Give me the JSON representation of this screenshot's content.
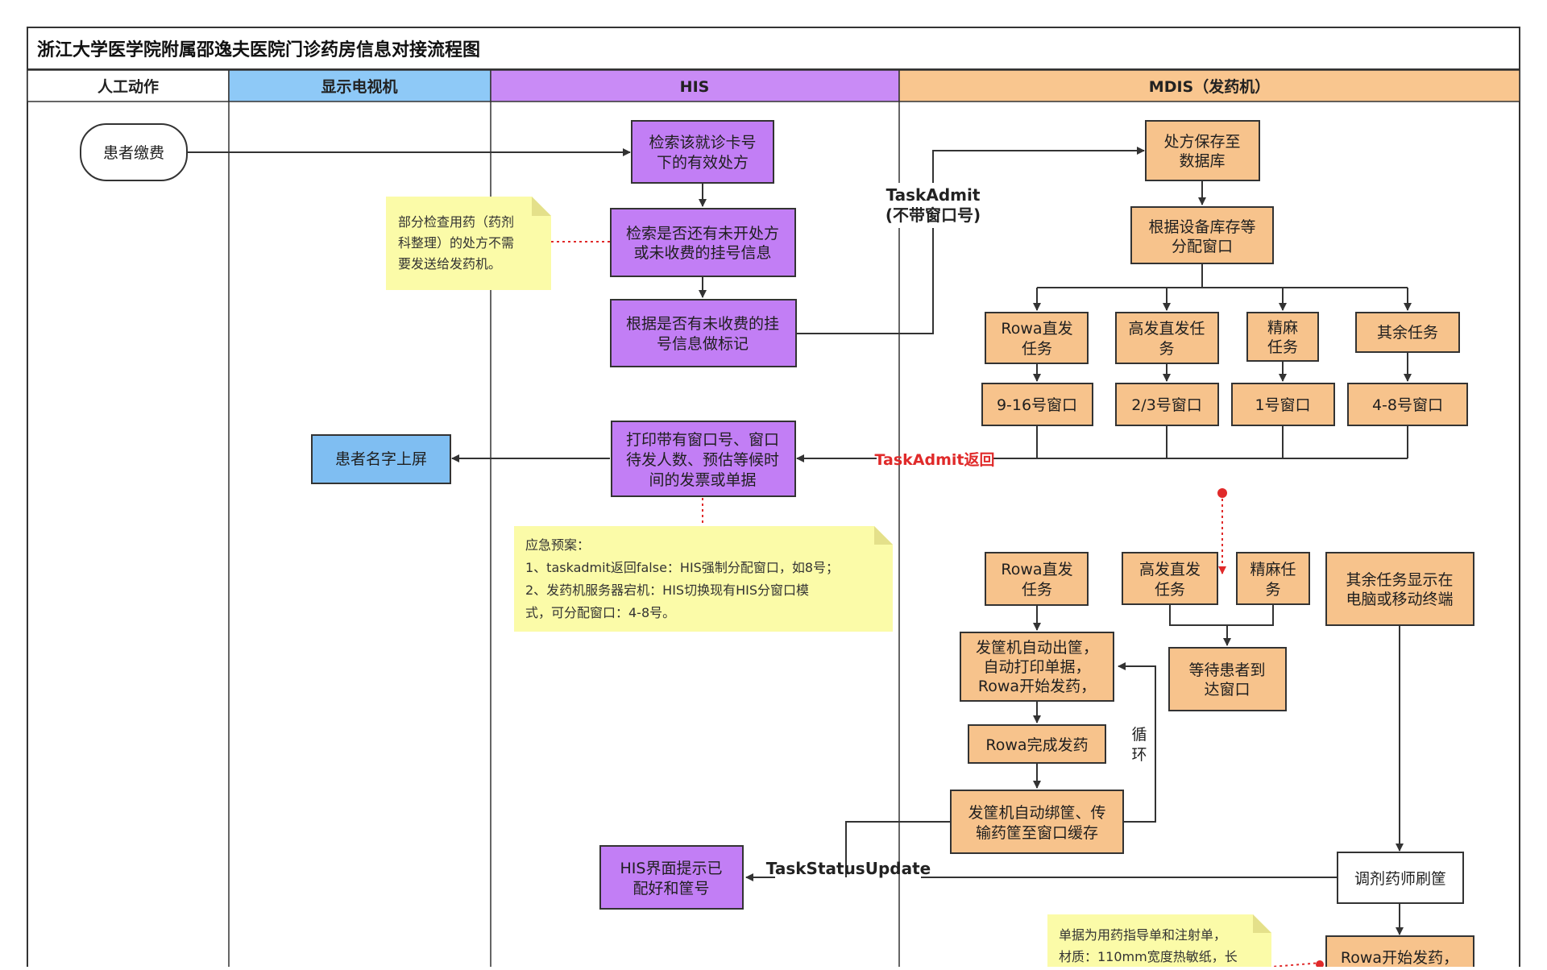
{
  "title": "浙江大学医学院附属邵逸夫医院门诊药房信息对接流程图",
  "lanes": {
    "manual": "人工动作",
    "tv": "显示电视机",
    "his": "HIS",
    "mdis": "MDIS（发药机）"
  },
  "colors": {
    "lane_tv": "#8ec9f7",
    "lane_his": "#c98bf6",
    "lane_mdis": "#f9c68f",
    "node_his": "#c27ef5",
    "node_tv": "#7fbef2",
    "node_mdis": "#f7c38c",
    "note_bg": "#fbfba8",
    "red": "#e02a2a"
  },
  "nodes": {
    "patient_pay": "患者缴费",
    "his_search_card": [
      "检索该就诊卡号",
      "下的有效处方"
    ],
    "his_search_unpaid": [
      "检索是否还有未开处方",
      "或未收费的挂号信息"
    ],
    "his_mark": [
      "根据是否有未收费的挂",
      "号信息做标记"
    ],
    "his_print": [
      "打印带有窗口号、窗口",
      "待发人数、预估等候时",
      "间的发票或单据"
    ],
    "tv_screen": "患者名字上屏",
    "his_notice": [
      "HIS界面提示已",
      "配好和筐号"
    ],
    "mdis_save": [
      "处方保存至",
      "数据库"
    ],
    "mdis_allocate": [
      "根据设备库存等",
      "分配窗口"
    ],
    "task_rowa": [
      "Rowa直发",
      "任务"
    ],
    "task_gaofa": [
      "高发直发任",
      "务"
    ],
    "task_jingma": [
      "精麻",
      "任务"
    ],
    "task_other": "其余任务",
    "win_rowa": "9-16号窗口",
    "win_gaofa": "2/3号窗口",
    "win_jingma": "1号窗口",
    "win_other": "4-8号窗口",
    "task_rowa2": [
      "Rowa直发",
      "任务"
    ],
    "task_gaofa2": [
      "高发直发",
      "任务"
    ],
    "task_jingma2": [
      "精麻任",
      "务"
    ],
    "task_other2": [
      "其余任务显示在",
      "电脑或移动终端"
    ],
    "wait_patient": [
      "等待患者到",
      "达窗口"
    ],
    "basket_auto": [
      "发筐机自动出筐，",
      "自动打印单据，",
      "Rowa开始发药，"
    ],
    "rowa_done": "Rowa完成发药",
    "basket_bind": [
      "发筐机自动绑筐、传",
      "输药筐至窗口缓存"
    ],
    "pharmacist": "调剂药师刷筐",
    "rowa_start": "Rowa开始发药，"
  },
  "labels": {
    "task_admit": "TaskAdmit",
    "task_admit_sub": "(不带窗口号)",
    "task_admit_return": "TaskAdmit返回",
    "task_status_update": "TaskStatusUpdate",
    "loop": [
      "循",
      "环"
    ]
  },
  "notes": {
    "note_check": [
      "部分检查用药（药剂",
      "科整理）的处方不需",
      "要发送给发药机。"
    ],
    "note_emergency": [
      "应急预案：",
      "1、taskadmit返回false：HIS强制分配窗口，如8号；",
      "2、发药机服务器宕机：HIS切换现有HIS分窗口模",
      "式，可分配窗口：4-8号。"
    ],
    "note_receipt": [
      "单据为用药指导单和注射单，",
      "材质：110mm宽度热敏纸，长"
    ]
  }
}
